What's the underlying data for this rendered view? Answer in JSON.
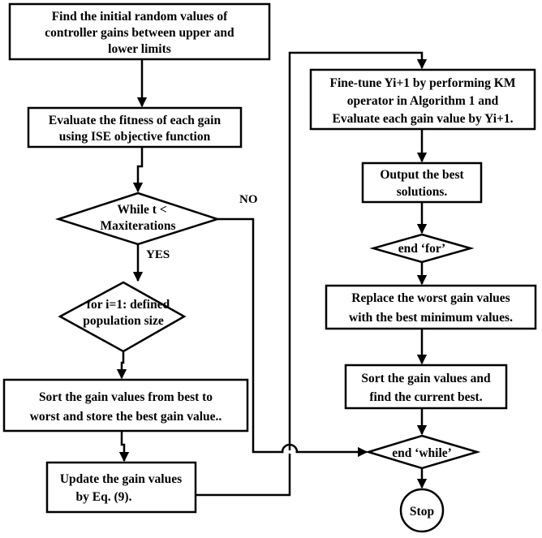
{
  "steps": {
    "init": [
      "Find the initial random values of",
      "controller gains between upper and",
      "lower limits"
    ],
    "evaluate": [
      "Evaluate the fitness of each gain",
      "using ISE objective function"
    ],
    "while_cond": [
      "While t <",
      "Maxiterations"
    ],
    "for_cond": [
      "for i=1: defined",
      "population size"
    ],
    "sort_best": [
      "Sort the gain values from best to",
      "worst and store the best gain value.."
    ],
    "update": [
      "Update the gain values",
      "by Eq. (9)."
    ],
    "fine_tune": [
      "Fine-tune Yi+1 by performing KM",
      "operator in Algorithm 1 and",
      "Evaluate each gain value by Yi+1."
    ],
    "output_best": [
      "Output the best",
      "solutions."
    ],
    "end_for": "end ‘for’",
    "replace": [
      "Replace the worst gain values",
      "with the best minimum values."
    ],
    "sort_current": [
      "Sort the gain values and",
      "find the current best."
    ],
    "end_while": "end ‘while’",
    "stop": "Stop"
  },
  "labels": {
    "yes": "YES",
    "no": "NO"
  }
}
